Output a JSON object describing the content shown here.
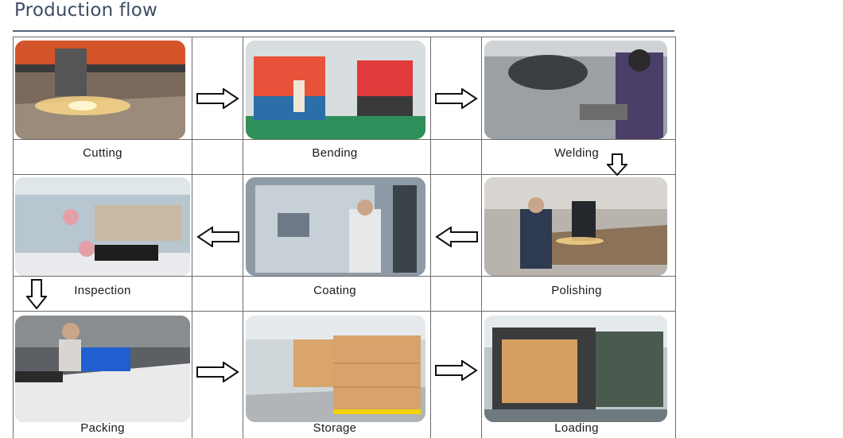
{
  "title": "Production flow",
  "steps": [
    {
      "label": "Cutting"
    },
    {
      "label": "Bending"
    },
    {
      "label": "Welding"
    },
    {
      "label": "Inspection"
    },
    {
      "label": "Coating"
    },
    {
      "label": "Polishing"
    },
    {
      "label": "Packing"
    },
    {
      "label": "Storage"
    },
    {
      "label": "Loading"
    }
  ]
}
